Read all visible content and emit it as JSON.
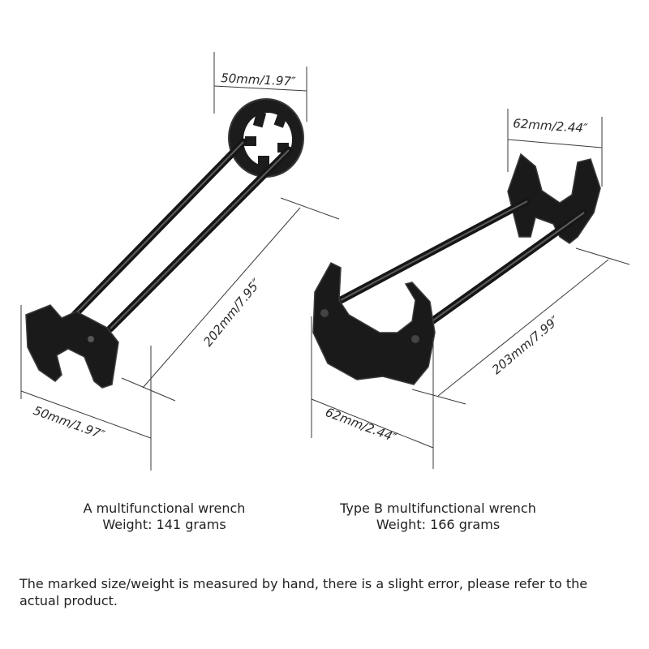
{
  "wrench_a": {
    "top_width": "50mm/1.97″",
    "length": "202mm/7.95″",
    "bottom_width": "50mm/1.97″",
    "caption_title": "A multifunctional wrench",
    "caption_weight": "Weight: 141 grams"
  },
  "wrench_b": {
    "top_width": "62mm/2.44″",
    "length": "203mm/7.99″",
    "bottom_width": "62mm/2.44″",
    "caption_title": "Type B multifunctional wrench",
    "caption_weight": "Weight: 166 grams"
  },
  "disclaimer": "The marked size/weight is measured by hand, there is a slight error, please refer to the actual product.",
  "colors": {
    "metal": "#1e1e1e",
    "metal_highlight": "#6a6a6a",
    "dimension_line": "#3a3a3a",
    "text": "#222222"
  }
}
